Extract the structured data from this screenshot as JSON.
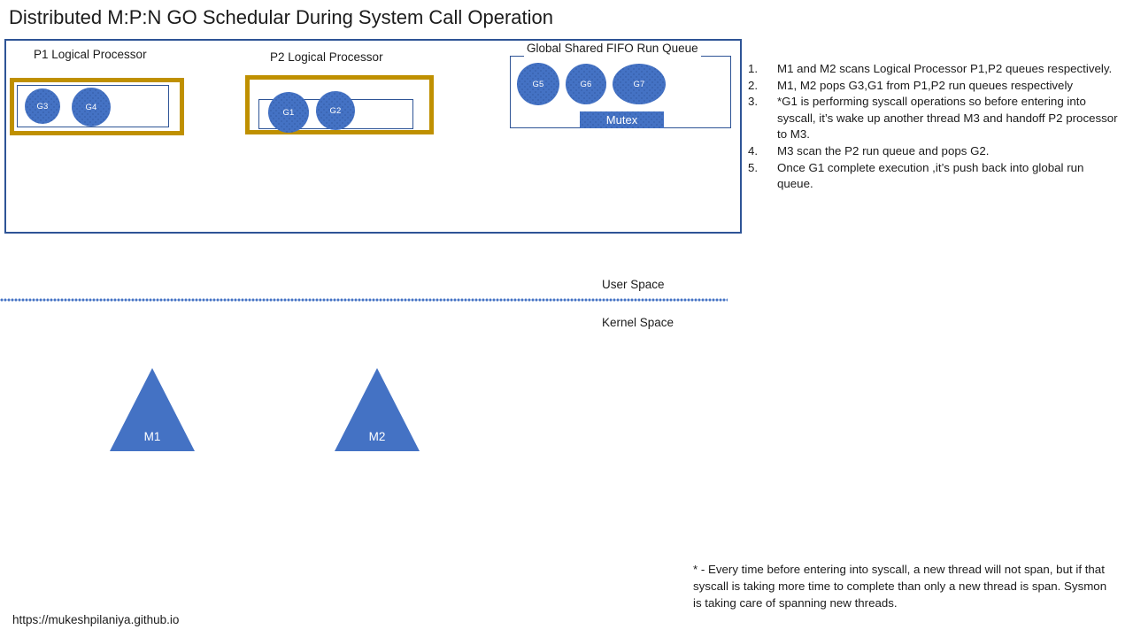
{
  "title": "Distributed M:P:N GO Schedular During System Call Operation",
  "diagram": {
    "p1": {
      "label": "P1 Logical Processor",
      "goroutines": [
        "G3",
        "G4"
      ]
    },
    "p2": {
      "label": "P2 Logical Processor",
      "goroutines": [
        "G1",
        "G2"
      ]
    },
    "global_queue": {
      "label": "Global Shared FIFO Run Queue",
      "goroutines": [
        "G5",
        "G6",
        "G7"
      ],
      "mutex_label": "Mutex"
    },
    "divider": {
      "user_space_label": "User Space",
      "kernel_space_label": "Kernel Space"
    },
    "threads": [
      {
        "label": "M1"
      },
      {
        "label": "M2"
      }
    ]
  },
  "steps": [
    {
      "num": "1.",
      "text": "M1 and M2 scans Logical Processor P1,P2 queues respectively."
    },
    {
      "num": "2.",
      "text": "M1, M2 pops G3,G1  from P1,P2 run queues respectively"
    },
    {
      "num": "3.",
      "text": "*G1 is performing syscall operations so before entering into syscall, it’s wake up another thread M3 and handoff P2 processor to M3."
    },
    {
      "num": "4.",
      "text": "M3 scan the P2 run queue and pops G2."
    },
    {
      "num": "5.",
      "text": "Once G1 complete execution ,it’s push back into global run queue."
    }
  ],
  "footnote": "* - Every time before entering into syscall, a new thread will not span, but if that syscall is taking more time to complete than only a new thread is span. Sysmon is taking care of spanning new threads.",
  "footer_link": "https://mukeshpilaniya.github.io",
  "colors": {
    "accent_blue": "#4472C4",
    "border_blue": "#2E5496",
    "gold": "#BF9000"
  }
}
